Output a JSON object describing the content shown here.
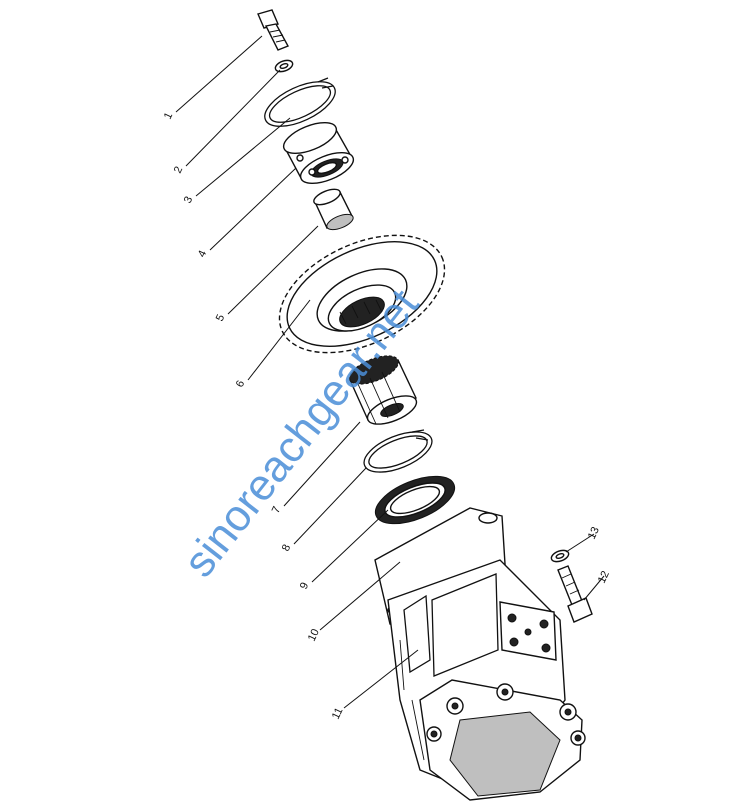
{
  "callouts": [
    "1",
    "2",
    "3",
    "4",
    "5",
    "6",
    "7",
    "8",
    "9",
    "10",
    "11",
    "12",
    "13"
  ],
  "watermark": "sinoreachgear.net",
  "colors": {
    "line": "#111111",
    "watermark": "#4a8ed8",
    "background": "#ffffff"
  }
}
